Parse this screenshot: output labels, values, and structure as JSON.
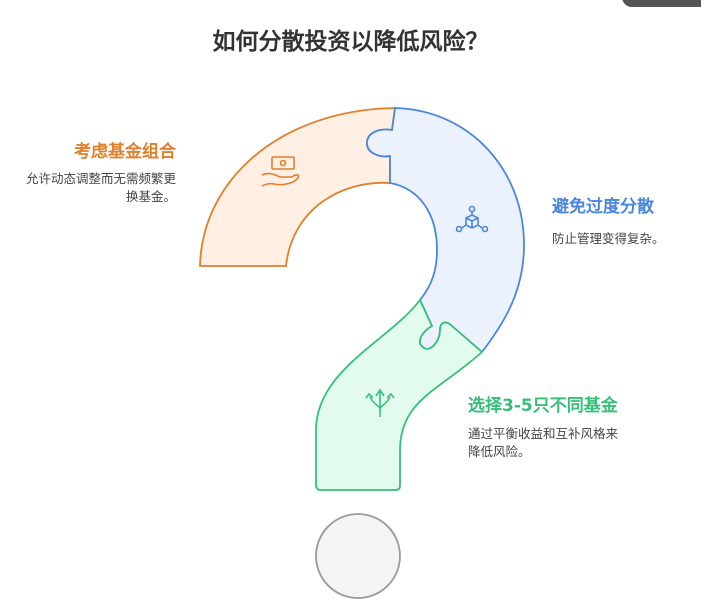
{
  "title": "如何分散投资以降低风险？",
  "sections": [
    {
      "heading": "考虑基金组合",
      "text_lines": [
        "允许动态调整而无需频繁更",
        "换基金。"
      ],
      "color": "#e07f2c",
      "fill": "#fff0e3",
      "icon": "money-hand-icon"
    },
    {
      "heading": "避免过度分散",
      "text_lines": [
        "防止管理变得复杂。"
      ],
      "color": "#4a86e0",
      "fill": "#ebf2fe",
      "icon": "network-cube-icon"
    },
    {
      "heading": "选择3-5只不同基金",
      "text_lines": [
        "通过平衡收益和互补风格来",
        "降低风险。"
      ],
      "color": "#35c07a",
      "fill": "#e3fbef",
      "icon": "split-arrows-icon"
    }
  ]
}
